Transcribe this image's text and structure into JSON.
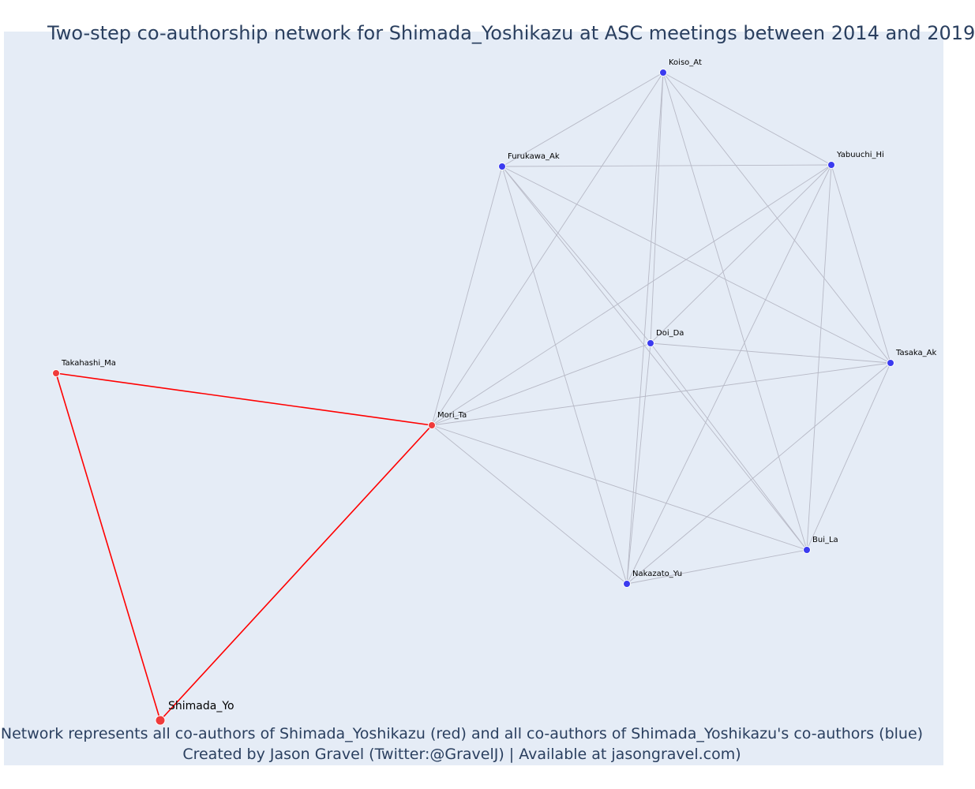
{
  "title": "Two-step co-authorship network for Shimada_Yoshikazu at ASC meetings between 2014 and 2019",
  "caption_line1": "Network represents all co-authors of Shimada_Yoshikazu (red) and all co-authors of Shimada_Yoshikazu's co-authors (blue)",
  "caption_line2": "Created by Jason Gravel (Twitter:@GravelJ) | Available at jasongravel.com)",
  "colors": {
    "coauthor": "#ef3b3b",
    "second_step": "#3b3bef",
    "red_edge": "#ff0000",
    "gray_edge": "#b7b9c6",
    "background": "#e5ecf6",
    "title": "#2a3f5f"
  },
  "chart_data": {
    "type": "network",
    "title": "Two-step co-authorship network for Shimada_Yoshikazu at ASC meetings between 2014 and 2019",
    "nodes": [
      {
        "id": "Shimada_Yo",
        "group": "ego"
      },
      {
        "id": "Takahashi_Ma",
        "group": "coauthor"
      },
      {
        "id": "Mori_Ta",
        "group": "coauthor"
      },
      {
        "id": "Koiso_At",
        "group": "second_step"
      },
      {
        "id": "Furukawa_Ak",
        "group": "second_step"
      },
      {
        "id": "Yabuuchi_Hi",
        "group": "second_step"
      },
      {
        "id": "Doi_Da",
        "group": "second_step"
      },
      {
        "id": "Tasaka_Ak",
        "group": "second_step"
      },
      {
        "id": "Bui_La",
        "group": "second_step"
      },
      {
        "id": "Nakazato_Yu",
        "group": "second_step"
      }
    ],
    "edges": [
      [
        "Shimada_Yo",
        "Takahashi_Ma"
      ],
      [
        "Shimada_Yo",
        "Mori_Ta"
      ],
      [
        "Takahashi_Ma",
        "Mori_Ta"
      ],
      [
        "Mori_Ta",
        "Koiso_At"
      ],
      [
        "Mori_Ta",
        "Furukawa_Ak"
      ],
      [
        "Mori_Ta",
        "Yabuuchi_Hi"
      ],
      [
        "Mori_Ta",
        "Doi_Da"
      ],
      [
        "Mori_Ta",
        "Tasaka_Ak"
      ],
      [
        "Mori_Ta",
        "Bui_La"
      ],
      [
        "Mori_Ta",
        "Nakazato_Yu"
      ],
      [
        "Koiso_At",
        "Furukawa_Ak"
      ],
      [
        "Koiso_At",
        "Yabuuchi_Hi"
      ],
      [
        "Koiso_At",
        "Doi_Da"
      ],
      [
        "Koiso_At",
        "Tasaka_Ak"
      ],
      [
        "Koiso_At",
        "Bui_La"
      ],
      [
        "Koiso_At",
        "Nakazato_Yu"
      ],
      [
        "Furukawa_Ak",
        "Yabuuchi_Hi"
      ],
      [
        "Furukawa_Ak",
        "Doi_Da"
      ],
      [
        "Furukawa_Ak",
        "Tasaka_Ak"
      ],
      [
        "Furukawa_Ak",
        "Bui_La"
      ],
      [
        "Furukawa_Ak",
        "Nakazato_Yu"
      ],
      [
        "Yabuuchi_Hi",
        "Doi_Da"
      ],
      [
        "Yabuuchi_Hi",
        "Tasaka_Ak"
      ],
      [
        "Yabuuchi_Hi",
        "Bui_La"
      ],
      [
        "Yabuuchi_Hi",
        "Nakazato_Yu"
      ],
      [
        "Doi_Da",
        "Tasaka_Ak"
      ],
      [
        "Doi_Da",
        "Bui_La"
      ],
      [
        "Doi_Da",
        "Nakazato_Yu"
      ],
      [
        "Tasaka_Ak",
        "Bui_La"
      ],
      [
        "Tasaka_Ak",
        "Nakazato_Yu"
      ],
      [
        "Bui_La",
        "Nakazato_Yu"
      ]
    ]
  }
}
